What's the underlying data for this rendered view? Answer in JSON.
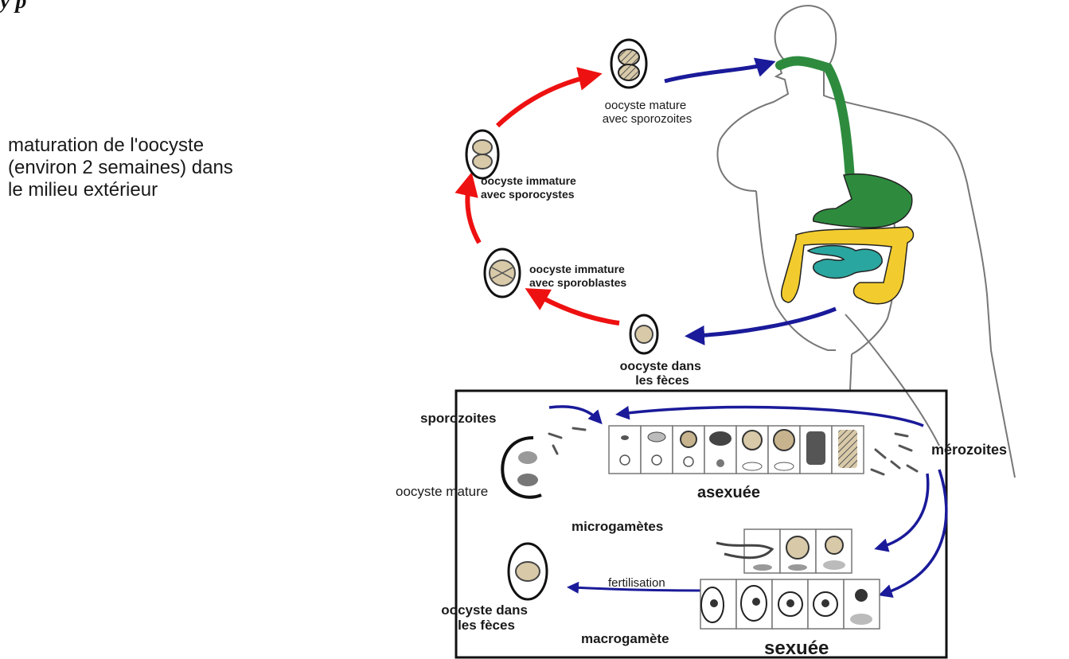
{
  "header_fragment": "y            p",
  "external_stage": {
    "lines": [
      "maturation de l'oocyste",
      "(environ 2 semaines) dans",
      "le milieu extérieur"
    ]
  },
  "cycle_labels": {
    "mature": [
      "oocyste mature",
      "avec sporozoites"
    ],
    "sporocystes": [
      "oocyste immature",
      "avec sporocystes"
    ],
    "sporoblastes": [
      "oocyste immature",
      "avec sporoblastes"
    ],
    "feces_top": [
      "oocyste dans",
      "les fèces"
    ]
  },
  "box_labels": {
    "sporozoites": "sporozoites",
    "oocyste_mature": "oocyste mature",
    "asexuee": "asexuée",
    "merozoites": "mérozoites",
    "microgametes": "microgamètes",
    "fertilisation": "fertilisation",
    "macrogamete": "macrogamète",
    "sexuee": "sexuée",
    "feces_bottom": [
      "oocyste dans",
      "les fèces"
    ]
  },
  "colors": {
    "red_arrow": "#ee1111",
    "blue_arrow": "#1a1a9a",
    "esophagus_stomach": "#2e8b3e",
    "colon": "#f2cc2e",
    "small_intestine": "#2aa6a0"
  }
}
